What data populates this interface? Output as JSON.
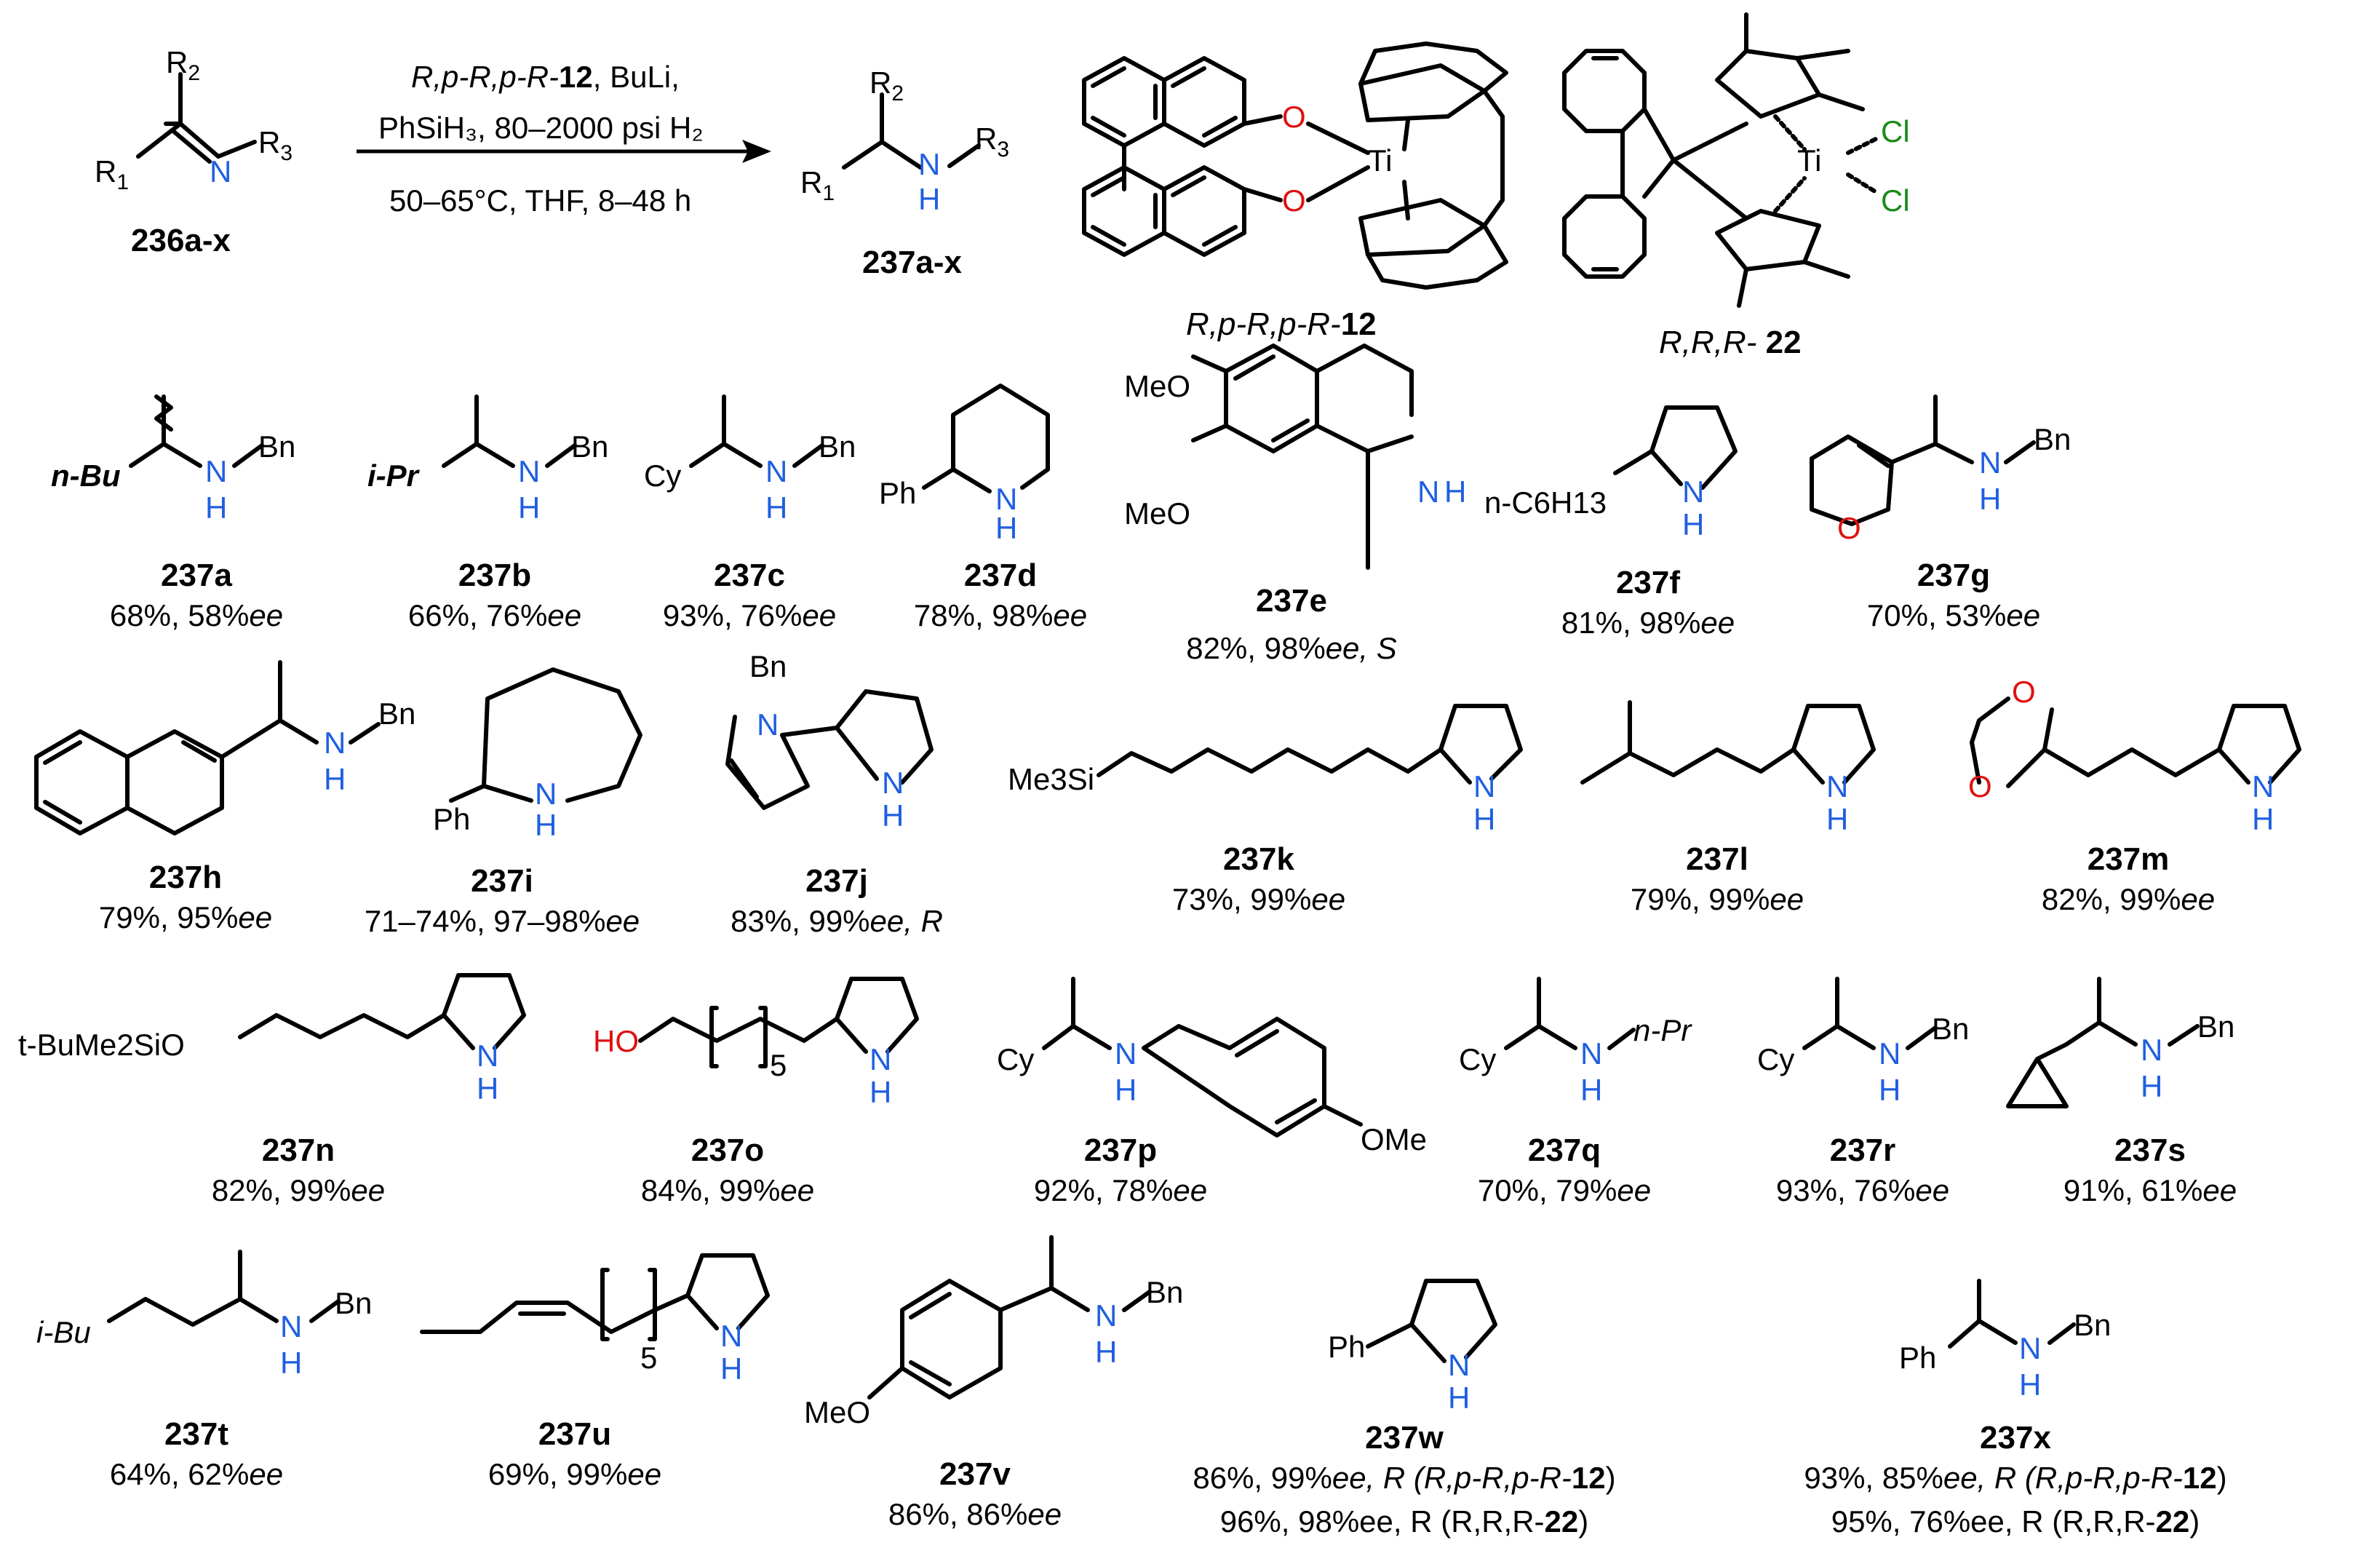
{
  "scheme": {
    "reactant": {
      "r2": "R",
      "r2_sub": "2",
      "r1": "R",
      "r1_sub": "1",
      "n": "N",
      "r3": "R",
      "r3_sub": "3",
      "label": "236a-x"
    },
    "product": {
      "r2": "R",
      "r2_sub": "2",
      "r1": "R",
      "r1_sub": "1",
      "n": "N",
      "h": "H",
      "r3": "R",
      "r3_sub": "3",
      "label": "237a-x"
    },
    "conditions": {
      "line1_cat": "R,p-R,p-R-",
      "line1_num": "12",
      "line1_rest": ", BuLi,",
      "line2": "PhSiH₃, 80–2000 psi H₂",
      "line3": "50–65°C, THF, 8–48 h"
    },
    "catalysts": [
      {
        "name_italic": "R,p-R,p-R-",
        "name_bold": "12",
        "atoms": {
          "o1": "O",
          "o2": "O",
          "ti": "Ti"
        }
      },
      {
        "name_italic": "R,R,R-",
        "name_bold": " 22",
        "atoms": {
          "ti": "Ti",
          "cl1": "Cl",
          "cl2": "Cl"
        }
      }
    ]
  },
  "labels": {
    "nbu": "n-Bu",
    "ipr": "i-Pr",
    "cy": "Cy",
    "ph": "Ph",
    "bn": "Bn",
    "n": "N",
    "h": "H",
    "nh": "N",
    "o": "O",
    "meo": "MeO",
    "nc6h13": "n-C6H13",
    "me3si": "Me3Si",
    "tbu": "t-BuMe2SiO",
    "ho": "HO",
    "sub5": "5",
    "npr": "n-Pr",
    "ibu": "i-Bu",
    "ome": "OMe"
  },
  "compounds": [
    {
      "id": "237a",
      "yield": "68%, 58%",
      "ee": "ee",
      "extra": ""
    },
    {
      "id": "237b",
      "yield": "66%, 76%",
      "ee": "ee",
      "extra": ""
    },
    {
      "id": "237c",
      "yield": "93%, 76%",
      "ee": "ee",
      "extra": ""
    },
    {
      "id": "237d",
      "yield": "78%, 98%",
      "ee": "ee",
      "extra": ""
    },
    {
      "id": "237e",
      "yield": "82%, 98%",
      "ee": "ee, S",
      "extra": ""
    },
    {
      "id": "237f",
      "yield": "81%,  98%",
      "ee": "ee",
      "extra": ""
    },
    {
      "id": "237g",
      "yield": "70%, 53%",
      "ee": "ee",
      "extra": ""
    },
    {
      "id": "237h",
      "yield": "79%, 95%",
      "ee": "ee",
      "extra": ""
    },
    {
      "id": "237i",
      "yield": "71–74%, 97–98%",
      "ee": "ee",
      "extra": ""
    },
    {
      "id": "237j",
      "yield": "83%, 99%",
      "ee": "ee, R",
      "extra": ""
    },
    {
      "id": "237k",
      "yield": "73%, 99%",
      "ee": "ee",
      "extra": ""
    },
    {
      "id": "237l",
      "yield": "79%, 99%",
      "ee": "ee",
      "extra": ""
    },
    {
      "id": "237m",
      "yield": "82%, 99%",
      "ee": "ee",
      "extra": ""
    },
    {
      "id": "237n",
      "yield": "82%, 99%",
      "ee": "ee",
      "extra": ""
    },
    {
      "id": "237o",
      "yield": "84%, 99%",
      "ee": "ee",
      "extra": ""
    },
    {
      "id": "237p",
      "yield": "92%, 78%",
      "ee": "ee",
      "extra": ""
    },
    {
      "id": "237q",
      "yield": "70%, 79%",
      "ee": "ee",
      "extra": ""
    },
    {
      "id": "237r",
      "yield": "93%, 76%",
      "ee": "ee",
      "extra": ""
    },
    {
      "id": "237s",
      "yield": "91%, 61%",
      "ee": "ee",
      "extra": ""
    },
    {
      "id": "237t",
      "yield": "64%, 62%",
      "ee": "ee",
      "extra": ""
    },
    {
      "id": "237u",
      "yield": "69%,  99%",
      "ee": "ee",
      "extra": ""
    },
    {
      "id": "237v",
      "yield": "86%, 86%",
      "ee": "ee",
      "extra": ""
    },
    {
      "id": "237w",
      "yield": "86%, 99%",
      "ee": "ee, R (R,p-R,p-R-",
      "extra": "96%, 98%ee, R (R,R,R-"
    },
    {
      "id": "237x",
      "yield": "93%, 85%",
      "ee": "ee, R (R,p-R,p-R-",
      "extra": "95%, 76%ee, R (R,R,R-"
    }
  ],
  "suffix": {
    "cat12": "12",
    "cat22": "22",
    "close": ")"
  }
}
